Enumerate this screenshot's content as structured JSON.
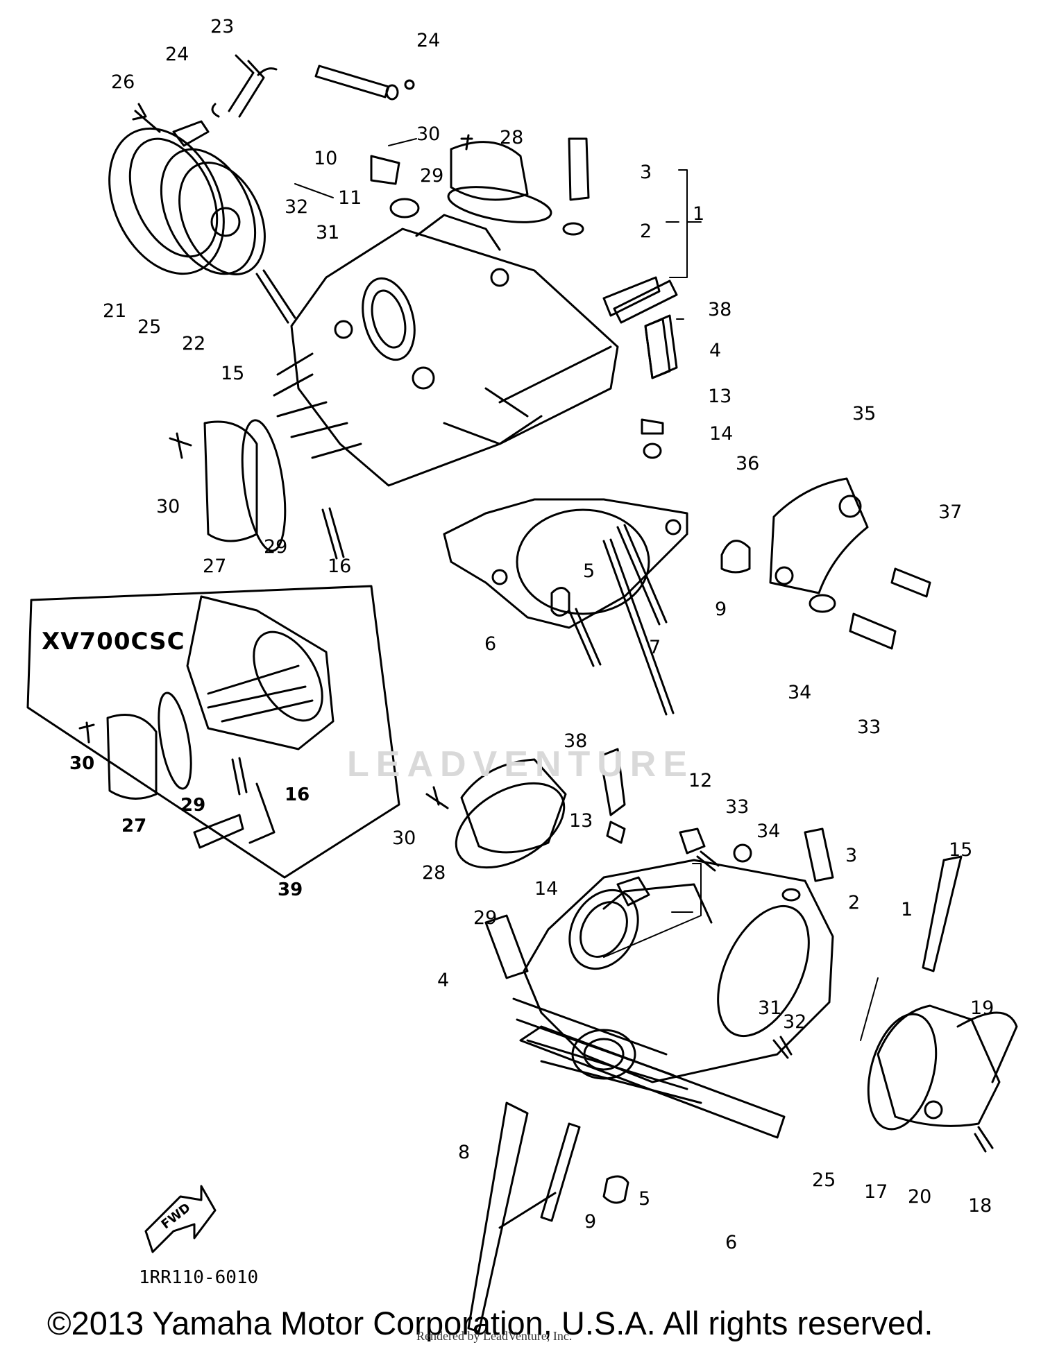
{
  "inset": {
    "title": "XV700CSC",
    "labels": [
      "30",
      "27",
      "29",
      "16",
      "39"
    ]
  },
  "diagram_code": "1RR110-6010",
  "fwd_label": "FWD",
  "watermark": "LEADVENTURE",
  "copyright": "©2013 Yamaha Motor Corporation, U.S.A. All rights reserved.",
  "rendered_by": "Rendered by LeadVenture, Inc.",
  "labels": {
    "l23": "23",
    "l24a": "24",
    "l24b": "24",
    "l26": "26",
    "l30a": "30",
    "l28a": "28",
    "l10": "10",
    "l11": "11",
    "l29a": "29",
    "l3a": "3",
    "l2a": "2",
    "l1a": "1",
    "l32a": "32",
    "l31a": "31",
    "l21": "21",
    "l25a": "25",
    "l22": "22",
    "l15a": "15",
    "l38a": "38",
    "l4a": "4",
    "l13a": "13",
    "l14a": "14",
    "l35": "35",
    "l36": "36",
    "l30b": "30",
    "l29b": "29",
    "l27": "27",
    "l16": "16",
    "l37": "37",
    "l5a": "5",
    "l9a": "9",
    "l6a": "6",
    "l7": "7",
    "l34a": "34",
    "l33a": "33",
    "l38b": "38",
    "l12": "12",
    "l33b": "33",
    "l34b": "34",
    "l3b": "3",
    "l15b": "15",
    "l2b": "2",
    "l1b": "1",
    "l30c": "30",
    "l13b": "13",
    "l14b": "14",
    "l28b": "28",
    "l29c": "29",
    "l4b": "4",
    "l31b": "31",
    "l32b": "32",
    "l19": "19",
    "l8": "8",
    "l9b": "9",
    "l5b": "5",
    "l25b": "25",
    "l17": "17",
    "l20": "20",
    "l18": "18",
    "l6b": "6"
  }
}
